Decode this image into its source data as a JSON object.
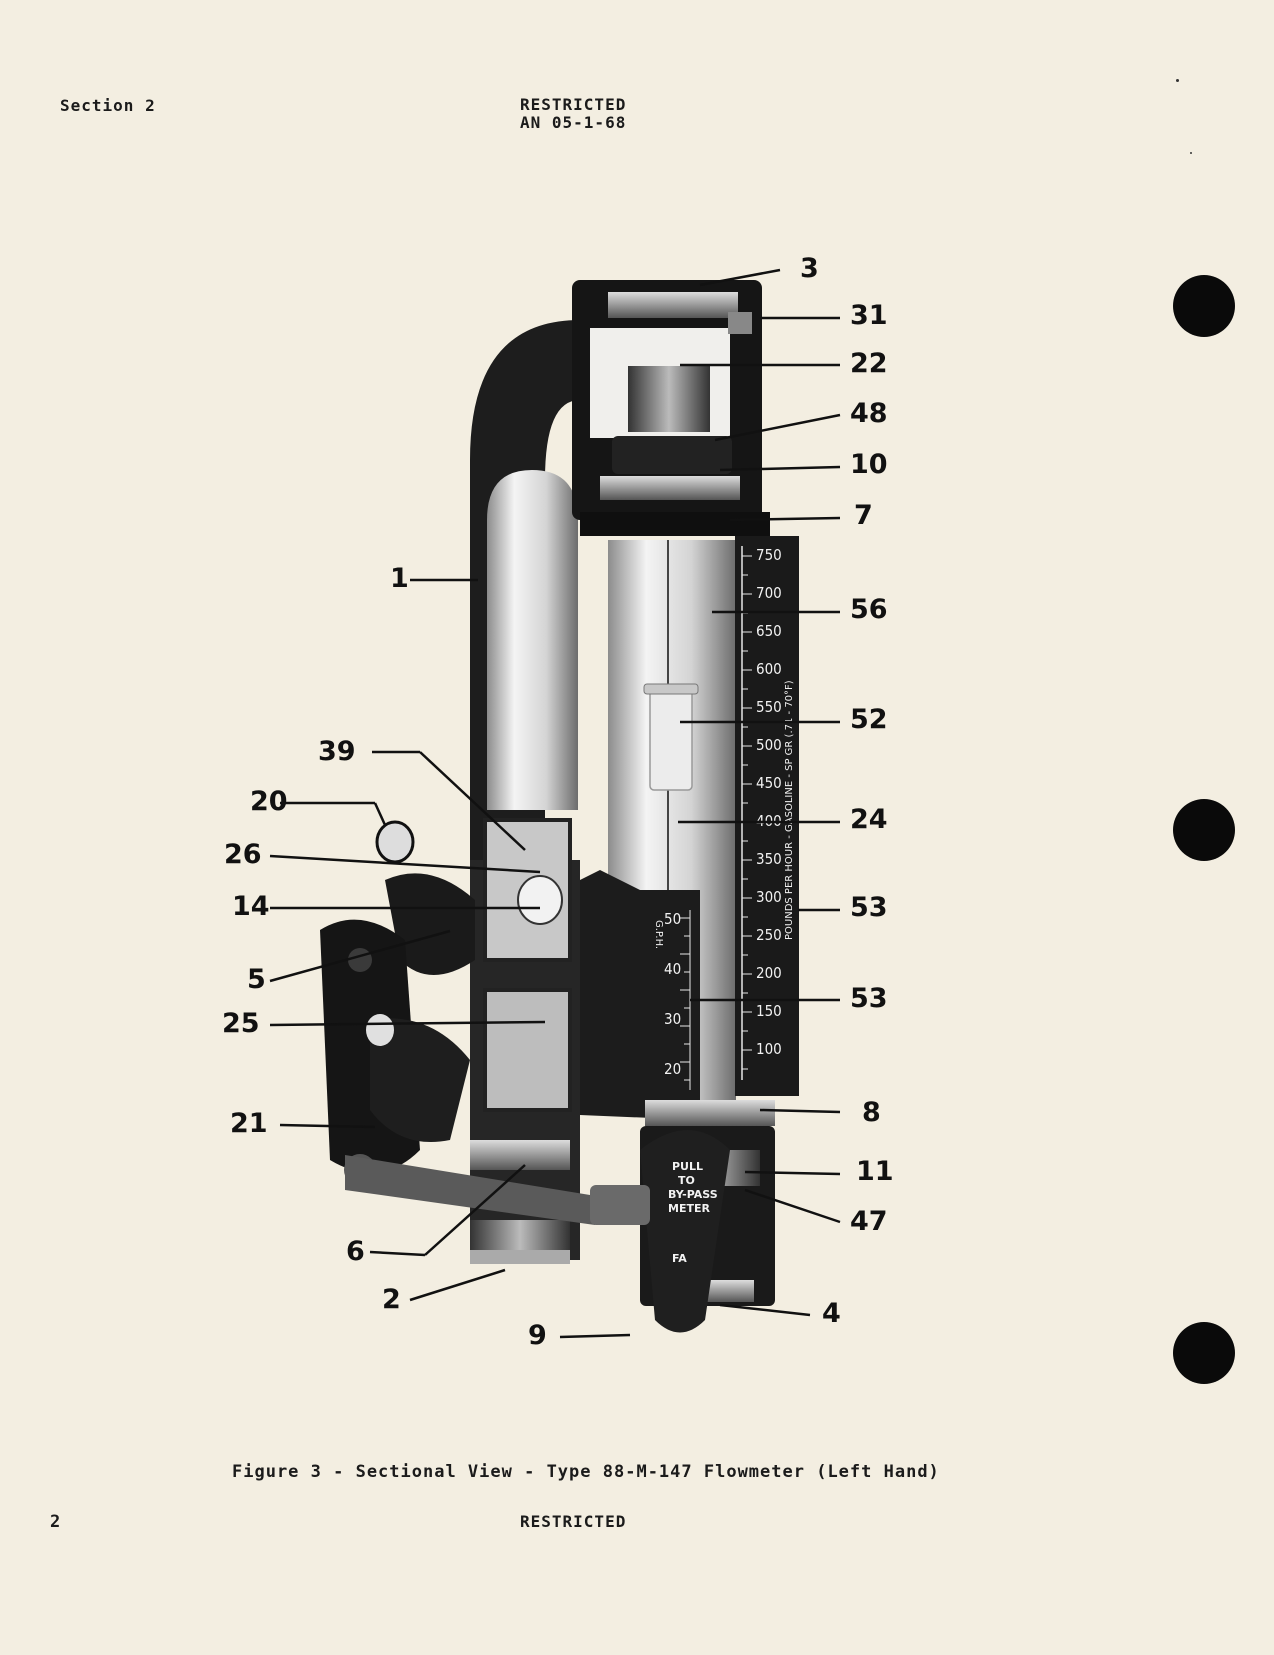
{
  "header": {
    "section": "Section 2",
    "classification": "RESTRICTED",
    "document_number": "AN 05-1-68"
  },
  "figure": {
    "caption": "Figure 3 - Sectional View - Type 88-M-147 Flowmeter (Left Hand)",
    "callouts_right": [
      "3",
      "31",
      "22",
      "48",
      "10",
      "7",
      "56",
      "52",
      "24",
      "53",
      "53",
      "8",
      "11",
      "47",
      "4"
    ],
    "callouts_left": [
      "1",
      "39",
      "20",
      "26",
      "14",
      "5",
      "25",
      "21",
      "6",
      "2",
      "9"
    ],
    "pounds_scale": {
      "ticks": [
        "750",
        "700",
        "650",
        "600",
        "550",
        "500",
        "450",
        "400",
        "350",
        "300",
        "250",
        "200",
        "150",
        "100"
      ],
      "label": "POUNDS PER HOUR - GASOLINE - SP GR (.71 - 70°F)"
    },
    "gph_scale": {
      "ticks": [
        "50",
        "40",
        "30",
        "20"
      ],
      "label": "G.P.H."
    },
    "handle_text": [
      "PULL",
      "TO",
      "BY-PASS",
      "METER",
      "FA"
    ]
  },
  "footer": {
    "page_number": "2",
    "classification": "RESTRICTED"
  }
}
